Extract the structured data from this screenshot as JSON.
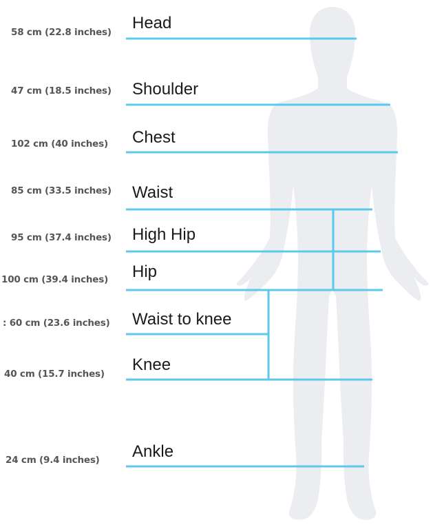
{
  "colors": {
    "line": "#5bc8ee",
    "silhouette": "#ecedf0",
    "value_text": "#555555",
    "label_text": "#1a1a1a"
  },
  "measurements": [
    {
      "id": "head",
      "label": "Head",
      "value": "58 cm (22.8 inches)"
    },
    {
      "id": "shoulder",
      "label": "Shoulder",
      "value": "47 cm (18.5 inches)"
    },
    {
      "id": "chest",
      "label": "Chest",
      "value": "102 cm (40 inches)"
    },
    {
      "id": "waist",
      "label": "Waist",
      "value": "85 cm (33.5 inches)"
    },
    {
      "id": "high-hip",
      "label": "High Hip",
      "value": "95 cm (37.4 inches)"
    },
    {
      "id": "hip",
      "label": "Hip",
      "value": "100 cm (39.4 inches)"
    },
    {
      "id": "waist-to-knee",
      "label": "Waist to knee",
      "value": ": 60 cm (23.6 inches)"
    },
    {
      "id": "knee",
      "label": "Knee",
      "value": "40 cm (15.7 inches)"
    },
    {
      "id": "ankle",
      "label": "Ankle",
      "value": "24 cm (9.4 inches)"
    }
  ]
}
